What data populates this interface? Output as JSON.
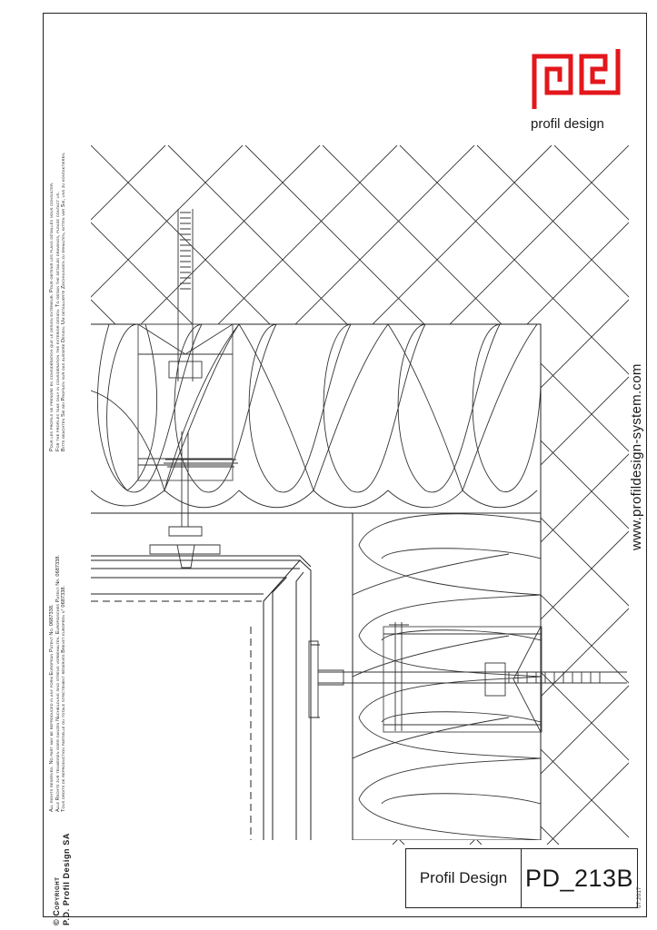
{
  "legal": {
    "line1": "Pour les profils ne prendre en considération que le design extérieur. Pour obtenir les plans détaillés nous consulter.",
    "line2": "For the profiles take only in consideration the exterior design. To obtain the detailed drawings, please contact us.",
    "line3": "Bitte beachten Sie bei Profilen nur das äussere Design. Um detaillierte Zeichnungen zu erhalten, bitten wir Sie, uns zu kontaktieren.",
    "rights1": "All rights reserved. No part may be reproduced in any form European Patent No. 0687338.",
    "rights2": "Alle Rechte zur teilweisen oder ganzen Nachbildung sind streng vorbehalten. Europäisches Patent Nr. 0687338.",
    "rights3": "Tous droits de reproduction partielle ou totale strictement réservés Brevet européen n° 0687338.",
    "copyright": "© Copyright",
    "company": "P.D. Profil Design SA"
  },
  "brand": {
    "name": "profil design",
    "url": "www.profildesign-system.com",
    "logo_color": "#e3171b"
  },
  "titleblock": {
    "name": "Profil Design",
    "code": "PD_213B",
    "date": "07.2017"
  }
}
